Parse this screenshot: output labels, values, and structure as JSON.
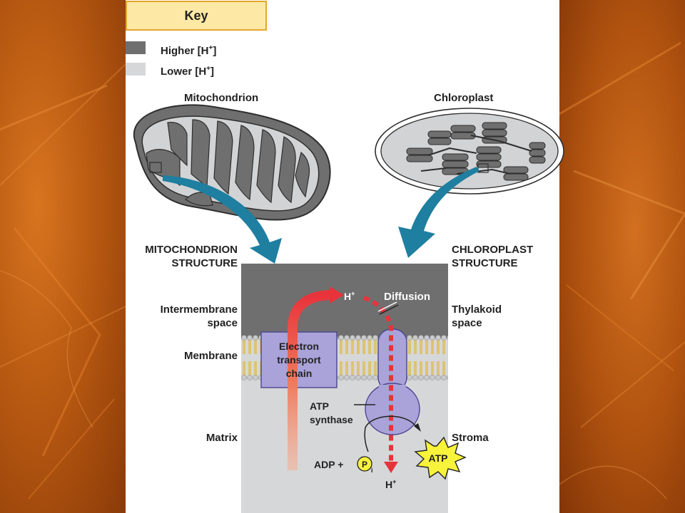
{
  "key": {
    "title": "Key",
    "items": [
      {
        "label": "Higher [H",
        "sup": "+",
        "tail": "]",
        "color": "#6f6f6f"
      },
      {
        "label": "Lower [H",
        "sup": "+",
        "tail": "]",
        "color": "#d6d7d8"
      }
    ]
  },
  "organelles": {
    "mitochondrion": "Mitochondrion",
    "chloroplast": "Chloroplast"
  },
  "structures": {
    "mito_line1": "MITOCHONDRION",
    "mito_line2": "STRUCTURE",
    "chloro_line1": "CHLOROPLAST",
    "chloro_line2": "STRUCTURE"
  },
  "left_labels": {
    "intermembrane_1": "Intermembrane",
    "intermembrane_2": "space",
    "membrane": "Membrane",
    "matrix": "Matrix"
  },
  "right_labels": {
    "thylakoid_1": "Thylakoid",
    "thylakoid_2": "space",
    "stroma": "Stroma"
  },
  "diagram": {
    "h_plus_top": "H",
    "h_plus_bottom": "H",
    "plus": "+",
    "diffusion": "Diffusion",
    "etc_1": "Electron",
    "etc_2": "transport",
    "etc_3": "chain",
    "atp_synthase_1": "ATP",
    "atp_synthase_2": "synthase",
    "adp": "ADP +",
    "p": "P",
    "p_sub": "i",
    "atp": "ATP"
  },
  "colors": {
    "higher": "#6f6f6f",
    "lower": "#d6d7d8",
    "arrow_teal": "#1e7fa0",
    "proton_red": "#e8333b",
    "protein_purple": "#a9a3d9",
    "atp_yellow": "#f7f23a"
  }
}
